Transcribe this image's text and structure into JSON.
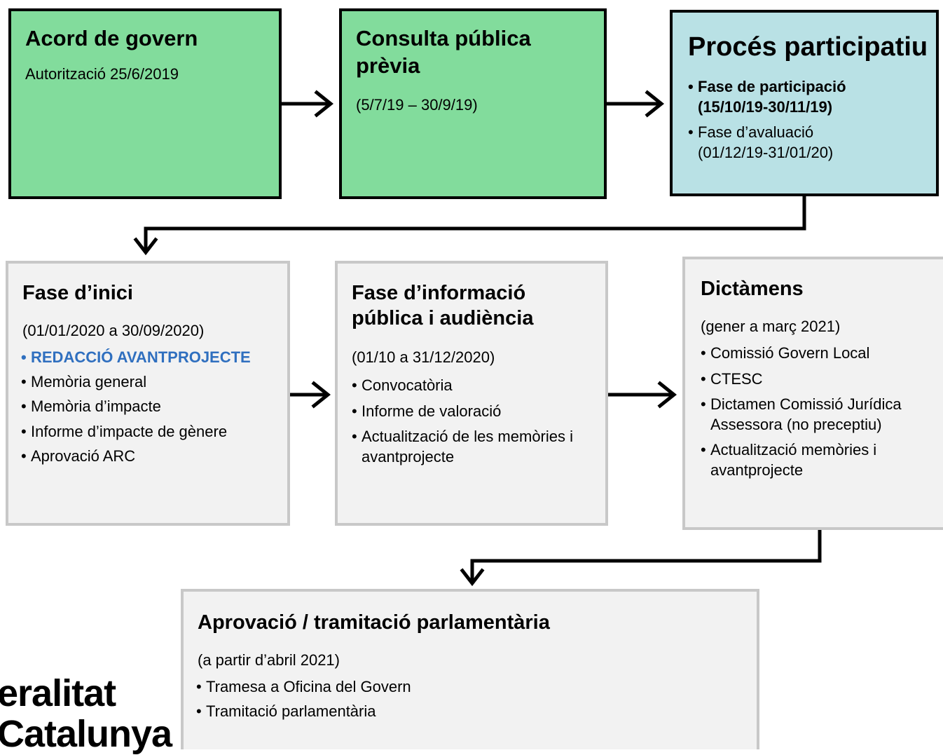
{
  "top_row": {
    "acord": {
      "title": "Acord de govern",
      "subtitle": "Autorització  25/6/2019"
    },
    "consulta": {
      "title": "Consulta pública prèvia",
      "subtitle": "(5/7/19 – 30/9/19)"
    },
    "proces": {
      "title": "Procés participatiu",
      "items": [
        {
          "line1": "Fase de participació",
          "line2": "(15/10/19-30/11/19)"
        },
        {
          "line1": "Fase d’avaluació",
          "line2": "(01/12/19-31/01/20)"
        }
      ]
    }
  },
  "middle_row": {
    "inici": {
      "title": "Fase d’inici",
      "subtitle": "(01/01/2020 a 30/09/2020)",
      "items": [
        "REDACCIÓ AVANTPROJECTE",
        "Memòria general",
        "Memòria d’impacte",
        "Informe d’impacte de gènere",
        "Aprovació ARC"
      ]
    },
    "informacio": {
      "title": "Fase d’informació pública i audiència",
      "subtitle": "(01/10 a 31/12/2020)",
      "items": [
        "Convocatòria",
        "Informe de valoració",
        "Actualització de les memòries i avantprojecte"
      ]
    },
    "dictamens": {
      "title": "Dictàmens",
      "subtitle": "(gener a març 2021)",
      "items": [
        "Comissió Govern Local",
        "CTESC",
        "Dictamen Comissió Jurídica Assessora (no preceptiu)",
        "Actualització memòries i avantprojecte"
      ]
    }
  },
  "bottom": {
    "aprovacio": {
      "title": "Aprovació / tramitació parlamentària",
      "subtitle": "(a partir d’abril 2021)",
      "items": [
        "Tramesa a Oficina del Govern",
        "Tramitació parlamentària"
      ]
    }
  },
  "logo": {
    "line1": "eralitat",
    "line2": "Catalunya"
  },
  "colors": {
    "green": "#82dc9c",
    "teal": "#b9e1e5",
    "grey_box": "#f2f2f2",
    "highlight": "#2f6fbf"
  }
}
